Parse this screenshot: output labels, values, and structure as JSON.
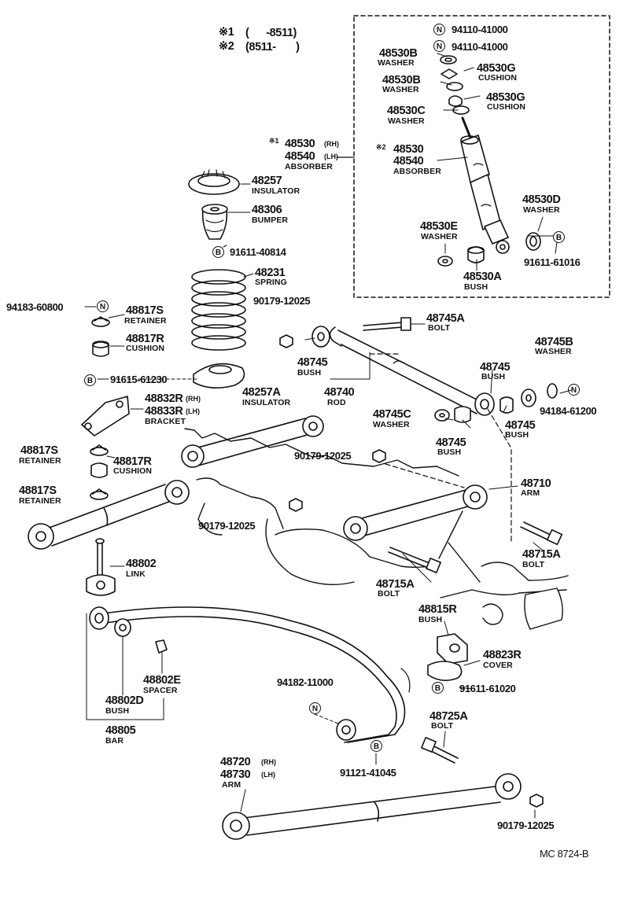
{
  "legend": {
    "line1_mark": "※1",
    "line1_range": "(      -8511)",
    "line2_mark": "※2",
    "line2_range": "(8511-       )"
  },
  "badges": {
    "nut": "N",
    "bolt": "B"
  },
  "labels": {
    "p_94110_a": "94110-41000",
    "p_94110_b": "94110-41000",
    "p_48530B_a": "48530B",
    "n_washer_a": "WASHER",
    "p_48530G_a": "48530G",
    "n_cushion_a": "CUSHION",
    "p_48530B_b": "48530B",
    "n_washer_b": "WASHER",
    "p_48530G_b": "48530G",
    "n_cushion_b": "CUSHION",
    "p_48530C": "48530C",
    "n_washer_c": "WASHER",
    "m_star1": "※1",
    "p_48530_rh": "48530",
    "s_rh_1": "(RH)",
    "p_48540_lh": "48540",
    "s_lh_1": "(LH)",
    "n_absorber_1": "ABSORBER",
    "m_star2": "※2",
    "p_48530_2": "48530",
    "p_48540_2": "48540",
    "n_absorber_2": "ABSORBER",
    "p_48257": "48257",
    "n_insulator_1": "INSULATOR",
    "p_48306": "48306",
    "n_bumper": "BUMPER",
    "p_91611_40814": "91611-40814",
    "p_48530D": "48530D",
    "n_washer_d": "WASHER",
    "p_48530E": "48530E",
    "n_washer_e": "WASHER",
    "p_91611_61016": "91611-61016",
    "p_48530A": "48530A",
    "n_bush_a": "BUSH",
    "p_48231": "48231",
    "n_spring": "SPRING",
    "p_94183_60800": "94183-60800",
    "p_48817S_a": "48817S",
    "n_retainer_a": "RETAINER",
    "p_90179_a": "90179-12025",
    "p_48817R_a": "48817R",
    "n_cushion_c": "CUSHION",
    "p_48745A_a": "48745A",
    "n_bolt_a": "BOLT",
    "p_48745B": "48745B",
    "n_washer_f": "WASHER",
    "p_48745_a": "48745",
    "n_bush_b": "BUSH",
    "p_48745_b": "48745",
    "n_bush_c": "BUSH",
    "p_91615_61230": "91615-61230",
    "p_48257A": "48257A",
    "n_insulator_2": "INSULATOR",
    "p_48740": "48740",
    "n_rod": "ROD",
    "p_94184_61200": "94184-61200",
    "p_48832R": "48832R",
    "s_rh_2": "(RH)",
    "p_48833R": "48833R",
    "s_lh_2": "(LH)",
    "n_bracket": "BRACKET",
    "p_48745C": "48745C",
    "n_washer_g": "WASHER",
    "p_48745_c": "48745",
    "n_bush_d": "BUSH",
    "p_48745_d": "48745",
    "n_bush_e": "BUSH",
    "p_48817S_b": "48817S",
    "n_retainer_b": "RETAINER",
    "p_90179_b": "90179-12025",
    "p_48817R_b": "48817R",
    "n_cushion_d": "CUSHION",
    "p_48710": "48710",
    "n_arm_a": "ARM",
    "p_48817S_c": "48817S",
    "n_retainer_c": "RETAINER",
    "p_90179_c": "90179-12025",
    "p_48715A_a": "48715A",
    "n_bolt_b": "BOLT",
    "p_48802": "48802",
    "n_link": "LINK",
    "p_48715A_b": "48715A",
    "n_bolt_c": "BOLT",
    "p_48815R": "48815R",
    "n_bush_f": "BUSH",
    "p_48823R": "48823R",
    "n_cover": "COVER",
    "p_94182_11000": "94182-11000",
    "p_48802E": "48802E",
    "n_spacer": "SPACER",
    "p_91611_61020": "91611-61020",
    "p_48802D": "48802D",
    "n_bush_g": "BUSH",
    "p_48725A": "48725A",
    "n_bolt_d": "BOLT",
    "p_48805": "48805",
    "n_bar": "BAR",
    "p_48720": "48720",
    "s_rh_3": "(RH)",
    "p_48730": "48730",
    "s_lh_3": "(LH)",
    "n_arm_b": "ARM",
    "p_91121_41045": "91121-41045",
    "p_90179_d": "90179-12025",
    "catalog_code": "MC 8724-B"
  }
}
